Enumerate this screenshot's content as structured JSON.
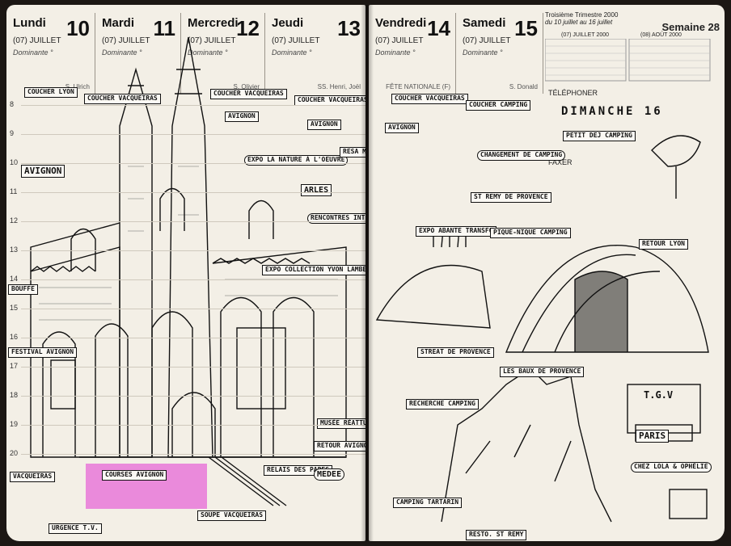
{
  "days": [
    {
      "name": "Lundi",
      "num": "10",
      "month": "(07) JUILLET",
      "dominante": "Dominante °",
      "saint": "S. Ulrich"
    },
    {
      "name": "Mardi",
      "num": "11",
      "month": "(07) JUILLET",
      "dominante": "Dominante °",
      "saint": ""
    },
    {
      "name": "Mercredi",
      "num": "12",
      "month": "(07) JUILLET",
      "dominante": "Dominante °",
      "saint": "S. Olivier"
    },
    {
      "name": "Jeudi",
      "num": "13",
      "month": "(07) JUILLET",
      "dominante": "Dominante °",
      "saint": "SS. Henri, Joël"
    },
    {
      "name": "Vendredi",
      "num": "14",
      "month": "(07) JUILLET",
      "dominante": "Dominante °",
      "saint": "FÊTE NATIONALE (F)"
    },
    {
      "name": "Samedi",
      "num": "15",
      "month": "(07) JUILLET",
      "dominante": "Dominante °",
      "saint": "S. Donald"
    }
  ],
  "calendar": {
    "trimestre": "Troisième Trimestre 2000",
    "range": "du 10 juillet au 16 juillet",
    "week": "Semaine 28",
    "m1": "(07) JUILLET 2000",
    "m2": "(08) AOÛT 2000",
    "telephone": "TÉLÉPHONER",
    "faxer": "FAXER"
  },
  "hours": [
    "8",
    "9",
    "10",
    "11",
    "12",
    "13",
    "14",
    "15",
    "16",
    "17",
    "18",
    "19",
    "20"
  ],
  "labels": {
    "l1": "COUCHER LYON",
    "l2": "COUCHER VACQUEIRAS",
    "l3": "COUCHER VACQUEIRAS",
    "l4": "COUCHER VACQUEIRAS",
    "l5": "AVIGNON",
    "l6": "AVIGNON",
    "l7": "AVIGNON",
    "l8": "ARLES",
    "l9": "EXPO LA NATURE À L'OEUVRE",
    "l10": "RESA MEDEE",
    "l11": "RENCONTRES INTERNATIONALES DE LA PHOTO",
    "l12": "EXPO COLLECTION YVON LAMBERT",
    "l13": "COUCHER VACQUEIRAS",
    "l14": "COUCHER CAMPING",
    "l15": "AVIGNON",
    "l16": "CHANGEMENT DE CAMPING",
    "l17": "ST REMY DE PROVENCE",
    "l18": "EXPO ABANTE TRANSFO",
    "l19": "PIQUE-NIQUE CAMPING",
    "l20": "RETOUR LYON",
    "l21": "DIMANCHE 16",
    "l22": "PETIT DEJ CAMPING",
    "l23": "LES BAUX DE PROVENCE",
    "l24": "T.G.V",
    "l25": "PARIS",
    "l26": "RETOUR AVIGNON",
    "l27": "MUSÉE RÉATTU",
    "l28": "RELAIS DES PAPES",
    "l29": "MEDEE",
    "l30": "SOUPE VACQUEIRAS",
    "l31": "COURSES AVIGNON",
    "l32": "VACQUEIRAS",
    "l33": "URGENCE T.V.",
    "l34": "RESTO. ST REMY",
    "l35": "CHEZ LOLA & OPHÉLIE",
    "l36": "CAMPING TARTARIN",
    "l37": "STREAT DE PROVENCE",
    "l38": "RECHERCHE CAMPING",
    "l39": "BOUFFE",
    "l40": "FESTIVAL AVIGNON"
  },
  "pink_highlight": "#e878d8"
}
